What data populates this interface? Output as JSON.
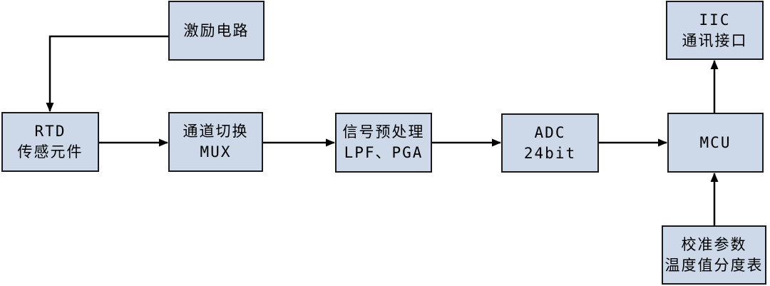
{
  "diagram": {
    "title_implied": "RTD temperature acquisition signal chain block diagram",
    "boxes": {
      "excitation": {
        "line1": "激励电路"
      },
      "rtd": {
        "line1": "RTD",
        "line2": "传感元件"
      },
      "mux": {
        "line1": "通道切换",
        "line2": "MUX"
      },
      "preprocess": {
        "line1": "信号预处理",
        "line2": "LPF、PGA"
      },
      "adc": {
        "line1": "ADC",
        "line2": "24bit"
      },
      "mcu": {
        "line1": "MCU"
      },
      "iic": {
        "line1": "IIC",
        "line2": "通讯接口"
      },
      "calibration": {
        "line1": "校准参数",
        "line2": "温度值分度表"
      }
    },
    "connections": [
      {
        "from": "excitation",
        "to": "rtd",
        "style": "elbow"
      },
      {
        "from": "rtd",
        "to": "mux"
      },
      {
        "from": "mux",
        "to": "preprocess"
      },
      {
        "from": "preprocess",
        "to": "adc"
      },
      {
        "from": "adc",
        "to": "mcu"
      },
      {
        "from": "mcu",
        "to": "iic"
      },
      {
        "from": "calibration",
        "to": "mcu"
      }
    ],
    "colors": {
      "box_fill": "#cdd9e8",
      "box_border": "#1a1a1a",
      "arrow": "#000000",
      "background": "#ffffff"
    }
  }
}
